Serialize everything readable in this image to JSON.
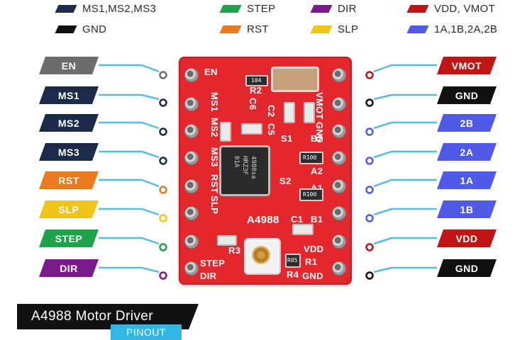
{
  "legend": [
    {
      "label": "MS1,MS2,MS3",
      "color": "#1c2b4a"
    },
    {
      "label": "GND",
      "color": "#111111"
    },
    {
      "label": "STEP",
      "color": "#1ea24a"
    },
    {
      "label": "RST",
      "color": "#ea7a1f"
    },
    {
      "label": "DIR",
      "color": "#7b1a8a"
    },
    {
      "label": "SLP",
      "color": "#f0c419"
    },
    {
      "label": "VDD, VMOT",
      "color": "#c11515"
    },
    {
      "label": "1A,1B,2A,2B",
      "color": "#4f5be8"
    }
  ],
  "left_pins": [
    {
      "label": "EN",
      "color": "#6d6d6d"
    },
    {
      "label": "MS1",
      "color": "#1c2b4a"
    },
    {
      "label": "MS2",
      "color": "#1c2b4a"
    },
    {
      "label": "MS3",
      "color": "#1c2b4a"
    },
    {
      "label": "RST",
      "color": "#ea7a1f"
    },
    {
      "label": "SLP",
      "color": "#f0c419"
    },
    {
      "label": "STEP",
      "color": "#1ea24a"
    },
    {
      "label": "DIR",
      "color": "#7b1a8a"
    }
  ],
  "right_pins": [
    {
      "label": "VMOT",
      "color": "#c11515"
    },
    {
      "label": "GND",
      "color": "#111111"
    },
    {
      "label": "2B",
      "color": "#4f5be8"
    },
    {
      "label": "2A",
      "color": "#4f5be8"
    },
    {
      "label": "1A",
      "color": "#4f5be8"
    },
    {
      "label": "1B",
      "color": "#4f5be8"
    },
    {
      "label": "VDD",
      "color": "#c11515"
    },
    {
      "label": "GND",
      "color": "#111111"
    }
  ],
  "wire_color": "#52bde6",
  "board": {
    "left_silk": [
      "EN",
      "MS1",
      "MS2",
      "MS3",
      "RST",
      "SLP",
      "STEP",
      "DIR"
    ],
    "right_silk": [
      "VMOT",
      "GND",
      "B2",
      "A2",
      "A1",
      "B1",
      "VDD",
      "GND"
    ],
    "chip_name": "A4988",
    "chip_marking": [
      "4988sa",
      "HRZ3F",
      "01A"
    ],
    "component_labels": [
      "R2",
      "C6",
      "C2",
      "C5",
      "S1",
      "R100",
      "S2",
      "R100",
      "C1",
      "R3",
      "R1",
      "R4",
      "104",
      "R05"
    ]
  },
  "title": "A4988 Motor Driver",
  "subtitle": "PINOUT"
}
